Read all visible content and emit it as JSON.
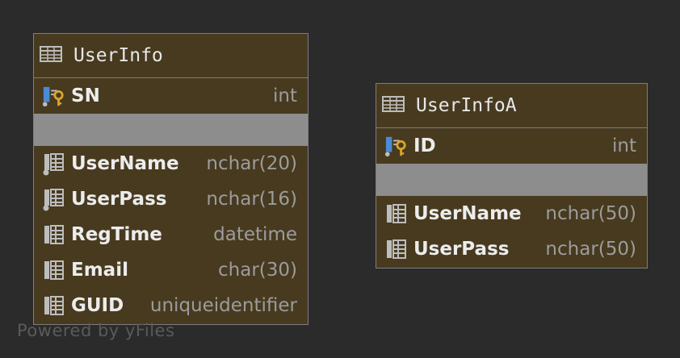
{
  "tables": {
    "userinfo": {
      "name": "UserInfo",
      "pk": {
        "name": "SN",
        "type": "int"
      },
      "columns": [
        {
          "name": "UserName",
          "type": "nchar(20)",
          "icon": "indexed-column-icon"
        },
        {
          "name": "UserPass",
          "type": "nchar(16)",
          "icon": "indexed-column-icon"
        },
        {
          "name": "RegTime",
          "type": "datetime",
          "icon": "column-icon"
        },
        {
          "name": "Email",
          "type": "char(30)",
          "icon": "column-icon"
        },
        {
          "name": "GUID",
          "type": "uniqueidentifier",
          "icon": "column-icon"
        }
      ]
    },
    "userinfoa": {
      "name": "UserInfoA",
      "pk": {
        "name": "ID",
        "type": "int"
      },
      "columns": [
        {
          "name": "UserName",
          "type": "nchar(50)",
          "icon": "column-icon"
        },
        {
          "name": "UserPass",
          "type": "nchar(50)",
          "icon": "column-icon"
        }
      ]
    }
  },
  "watermark": "Powered by yFiles",
  "colors": {
    "background": "#2b2b2b",
    "table_fill": "#473a1f",
    "separator": "#8d8d8d",
    "key": "#d9a72b",
    "pk_bar": "#4a8bd6"
  }
}
